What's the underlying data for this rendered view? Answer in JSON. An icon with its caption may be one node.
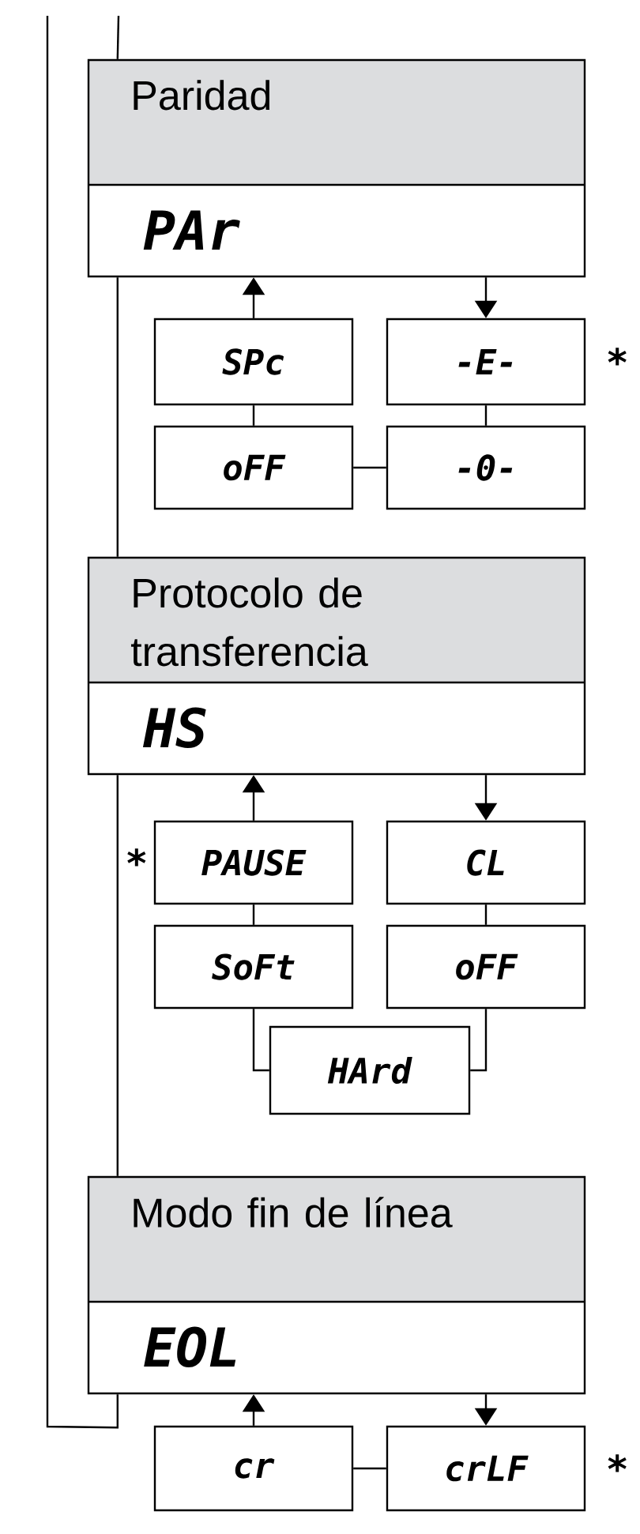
{
  "diagram": {
    "nodes": [
      {
        "text": [
          "Paridad",
          "PAr"
        ]
      },
      {
        "text": [
          "SPc"
        ]
      },
      {
        "text": [
          "-E-"
        ],
        "beside": [
          "*"
        ]
      },
      {
        "text": [
          "oFF"
        ]
      },
      {
        "text": [
          "-0-"
        ]
      },
      {
        "text": [
          "Protocolo de transferencia",
          "HS"
        ]
      },
      {
        "text": [
          "PAUSE"
        ],
        "beside": [
          "*"
        ]
      },
      {
        "text": [
          "CL"
        ]
      },
      {
        "text": [
          "SoFt"
        ]
      },
      {
        "text": [
          "oFF"
        ]
      },
      {
        "text": [
          "HArd"
        ]
      },
      {
        "text": [
          "Modo fin de línea",
          "EOL"
        ]
      },
      {
        "text": [
          "cr"
        ]
      },
      {
        "text": [
          "crLF"
        ],
        "beside": [
          "*"
        ]
      }
    ],
    "edges": [
      {
        "from": null,
        "to": 0,
        "arrow": "none"
      },
      {
        "from": 1,
        "to": 0,
        "arrow": "to"
      },
      {
        "from": 0,
        "to": 2,
        "arrow": "to"
      },
      {
        "from": 1,
        "to": 3,
        "arrow": "none"
      },
      {
        "from": 2,
        "to": 4,
        "arrow": "none"
      },
      {
        "from": 3,
        "to": 4,
        "arrow": "none"
      },
      {
        "from": 0,
        "to": 5,
        "arrow": "none"
      },
      {
        "from": 6,
        "to": 5,
        "arrow": "to"
      },
      {
        "from": 5,
        "to": 7,
        "arrow": "to"
      },
      {
        "from": 6,
        "to": 8,
        "arrow": "none"
      },
      {
        "from": 7,
        "to": 9,
        "arrow": "none"
      },
      {
        "from": 8,
        "to": 10,
        "arrow": "none"
      },
      {
        "from": 9,
        "to": 10,
        "arrow": "none"
      },
      {
        "from": 5,
        "to": 11,
        "arrow": "none"
      },
      {
        "from": 12,
        "to": 11,
        "arrow": "to"
      },
      {
        "from": 11,
        "to": 13,
        "arrow": "to"
      },
      {
        "from": 12,
        "to": 13,
        "arrow": "none"
      },
      {
        "from": 11,
        "to": null,
        "arrow": "none"
      }
    ]
  }
}
